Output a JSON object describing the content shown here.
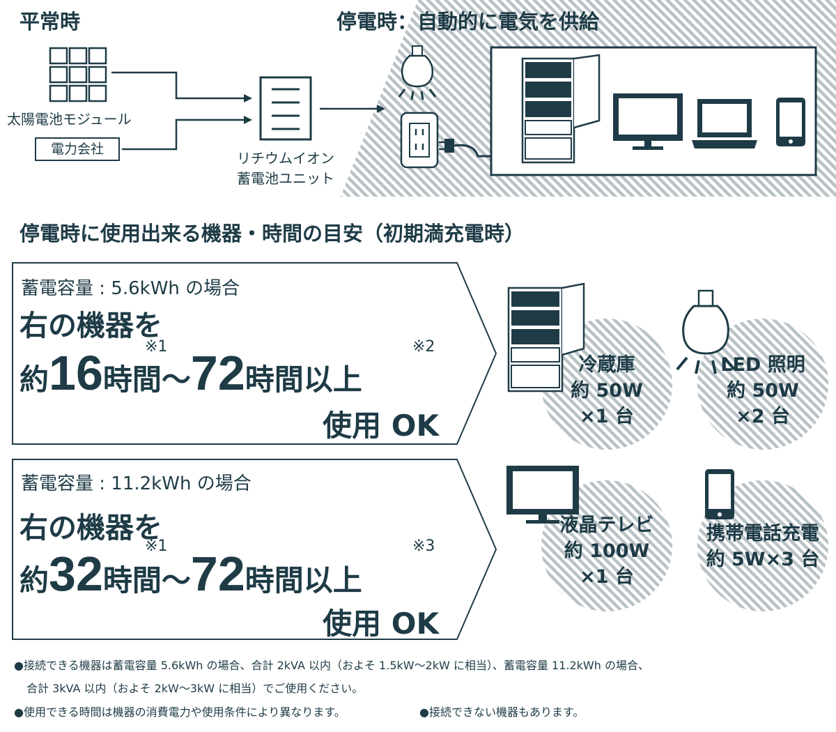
{
  "colors": {
    "ink": "#1e3b46",
    "hatch": "#b9c2c6",
    "background": "#ffffff"
  },
  "top_diagram": {
    "normal_title": "平常時",
    "outage_title": "停電時：自動的に電気を供給",
    "solar_label": "太陽電池モジュール",
    "grid_label": "電力会社",
    "battery_label_line1": "リチウムイオン",
    "battery_label_line2": "蓄電池ユニット",
    "icons": [
      "solar-panel-icon",
      "battery-unit-icon",
      "light-bulb-icon",
      "wall-outlet-icon",
      "plug-icon",
      "refrigerator-icon",
      "monitor-icon",
      "laptop-icon",
      "smartphone-icon"
    ]
  },
  "guide_title": "停電時に使用出来る機器・時間の目安（初期満充電時）",
  "panels": [
    {
      "capacity": "蓄電容量 : 5.6kWh の場合",
      "line1": "右の機器を",
      "prefix": "約",
      "hours_min": "16",
      "unit_a": "時間〜",
      "hours_max": "72",
      "unit_b": "時間以上",
      "note_a": "※1",
      "note_b": "※2",
      "ok": "使用 OK"
    },
    {
      "capacity": "蓄電容量 : 11.2kWh の場合",
      "line1": "右の機器を",
      "prefix": "約",
      "hours_min": "32",
      "unit_a": "時間〜",
      "hours_max": "72",
      "unit_b": "時間以上",
      "note_a": "※1",
      "note_b": "※3",
      "ok": "使用 OK"
    }
  ],
  "devices": [
    {
      "name": "冷蔵庫",
      "power": "約 50W",
      "count": "×1 台",
      "icon": "refrigerator-icon"
    },
    {
      "name": "LED 照明",
      "power": "約 50W",
      "count": "×2 台",
      "icon": "light-bulb-icon"
    },
    {
      "name": "液晶テレビ",
      "power": "約 100W",
      "count": "×1 台",
      "icon": "monitor-icon"
    },
    {
      "name": "携帯電話充電",
      "power": "約 5W×3 台",
      "icon": "smartphone-icon"
    }
  ],
  "footnotes": {
    "line1": "●接続できる機器は蓄電容量 5.6kWh の場合、合計 2kVA 以内（およそ 1.5kW〜2kW に相当）、蓄電容量 11.2kWh の場合、",
    "line2": "合計 3kVA 以内（およそ 2kW〜3kW に相当）でご使用ください。",
    "line3": "●使用できる時間は機器の消費電力や使用条件により異なります。",
    "line4": "●接続できない機器もあります。"
  }
}
